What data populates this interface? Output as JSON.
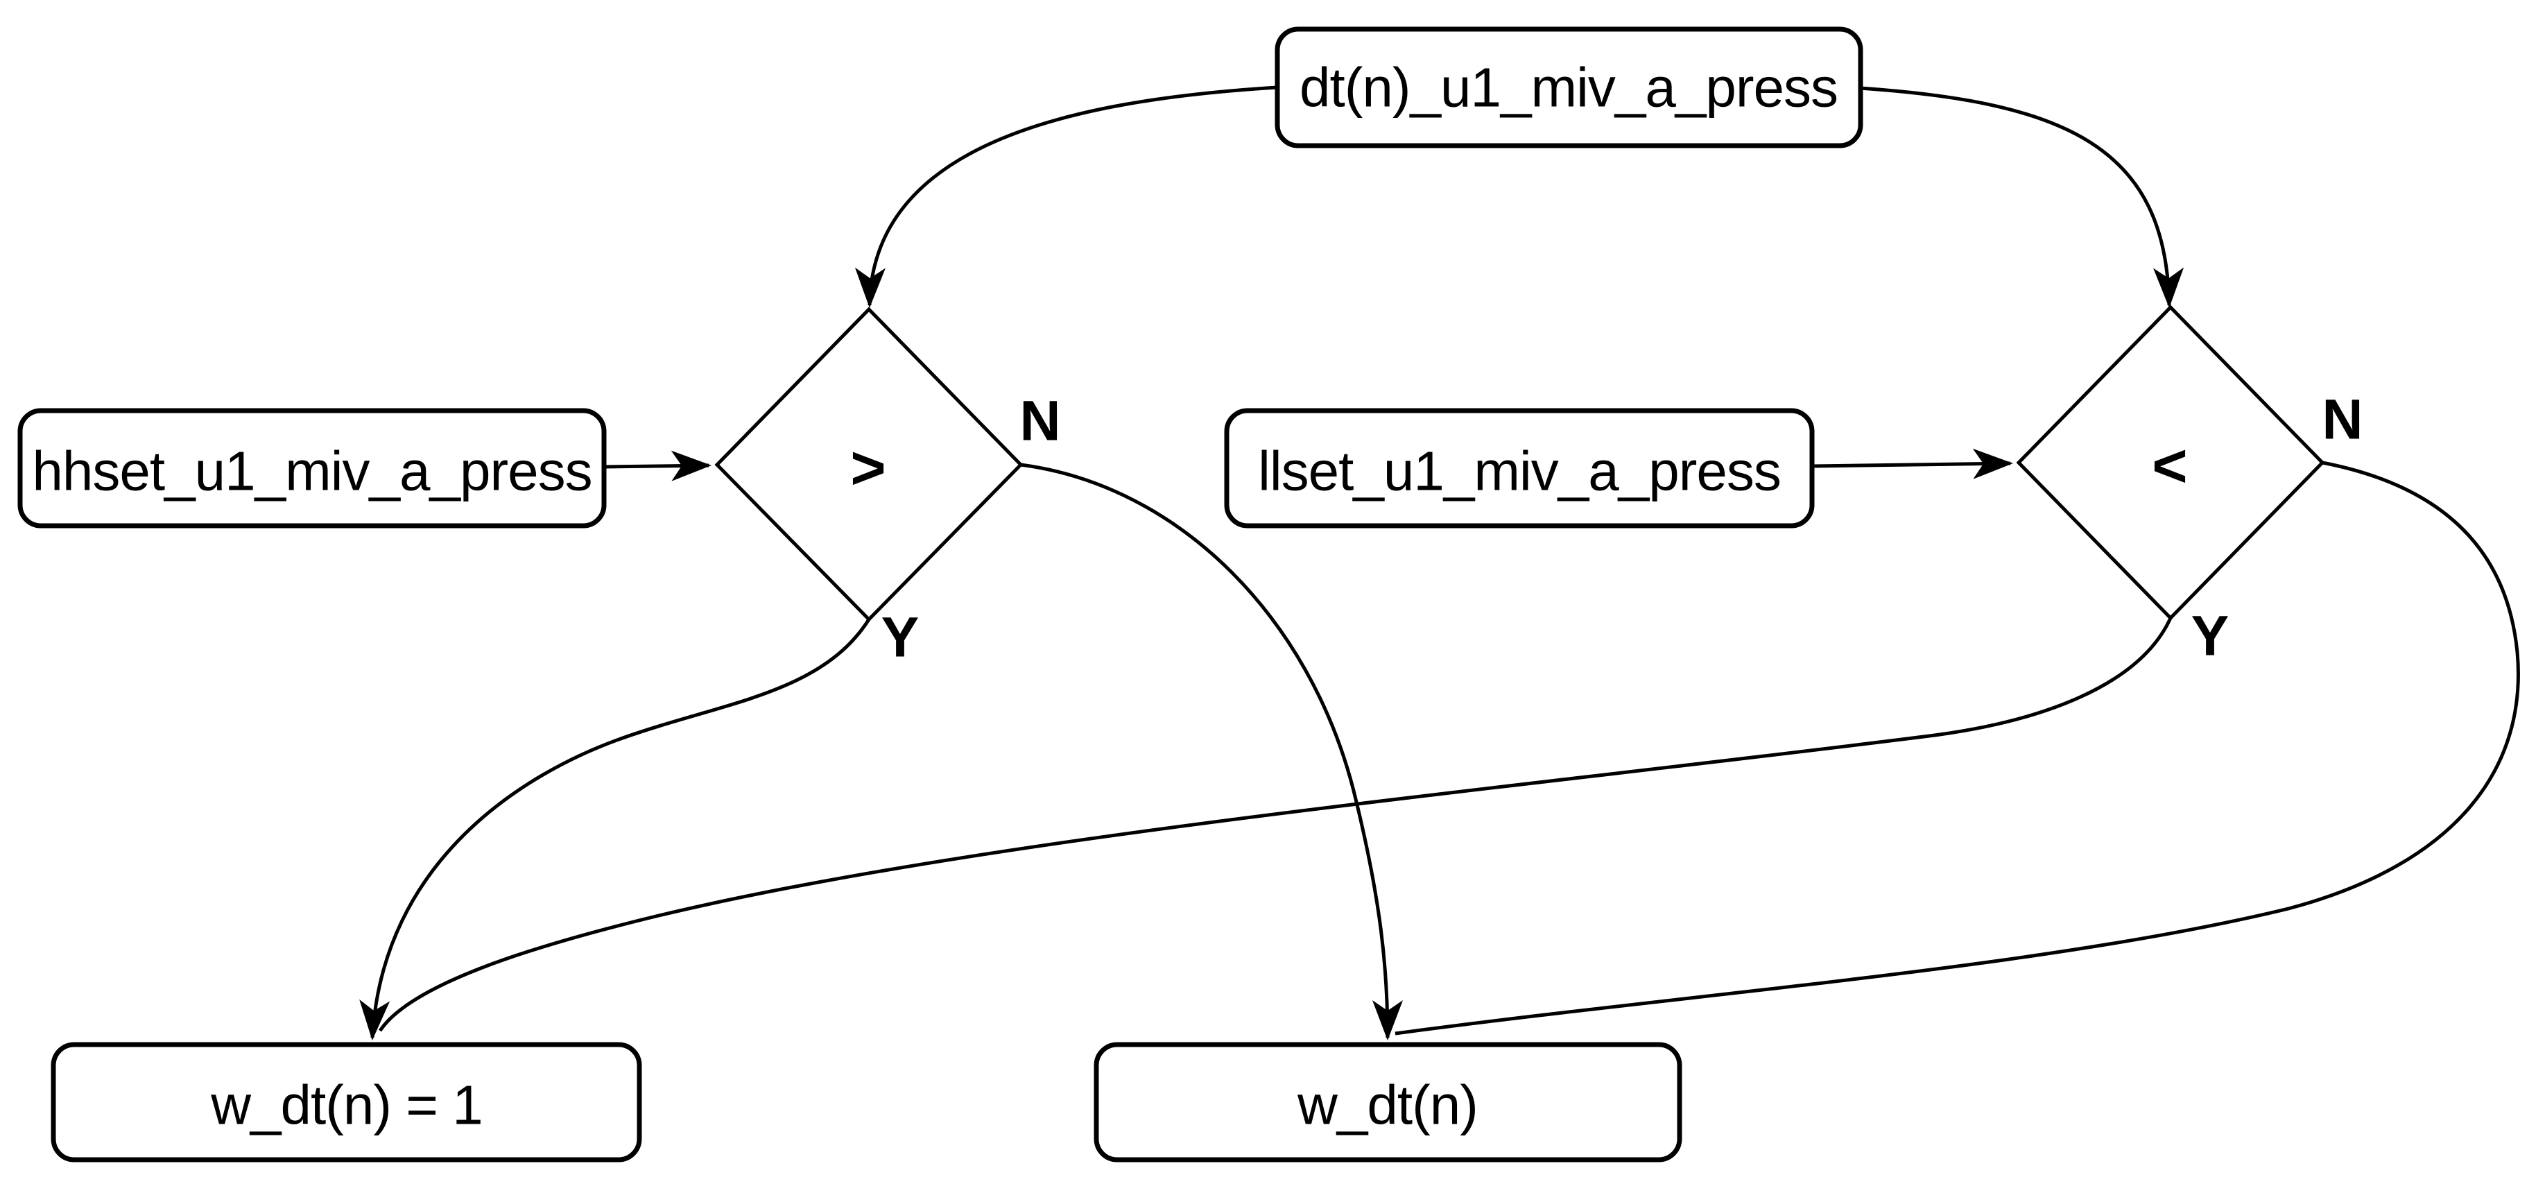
{
  "canvas": {
    "background": "#ffffff",
    "line_color": "#000000",
    "text_color": "#000000"
  },
  "nodes": {
    "dt_press": {
      "label": "dt(n)_u1_miv_a_press",
      "type": "process"
    },
    "hhset": {
      "label": "hhset_u1_miv_a_press",
      "type": "process"
    },
    "llset": {
      "label": "llset_u1_miv_a_press",
      "type": "process"
    },
    "gt_decision": {
      "label": ">",
      "type": "decision"
    },
    "lt_decision": {
      "label": "<",
      "type": "decision"
    },
    "w_dt_one": {
      "label": "w_dt(n) = 1",
      "type": "process"
    },
    "w_dt": {
      "label": "w_dt(n)",
      "type": "process"
    }
  },
  "branch_labels": {
    "gt_no": "N",
    "gt_yes": "Y",
    "lt_no": "N",
    "lt_yes": "Y"
  },
  "edges": [
    {
      "from": "dt_press",
      "to": "gt_decision",
      "label": ""
    },
    {
      "from": "dt_press",
      "to": "lt_decision",
      "label": ""
    },
    {
      "from": "hhset",
      "to": "gt_decision",
      "label": ""
    },
    {
      "from": "llset",
      "to": "lt_decision",
      "label": ""
    },
    {
      "from": "gt_decision",
      "to": "w_dt_one",
      "label": "Y"
    },
    {
      "from": "gt_decision",
      "to": "w_dt",
      "label": "N"
    },
    {
      "from": "lt_decision",
      "to": "w_dt_one",
      "label": "Y"
    },
    {
      "from": "lt_decision",
      "to": "w_dt",
      "label": "N"
    }
  ]
}
